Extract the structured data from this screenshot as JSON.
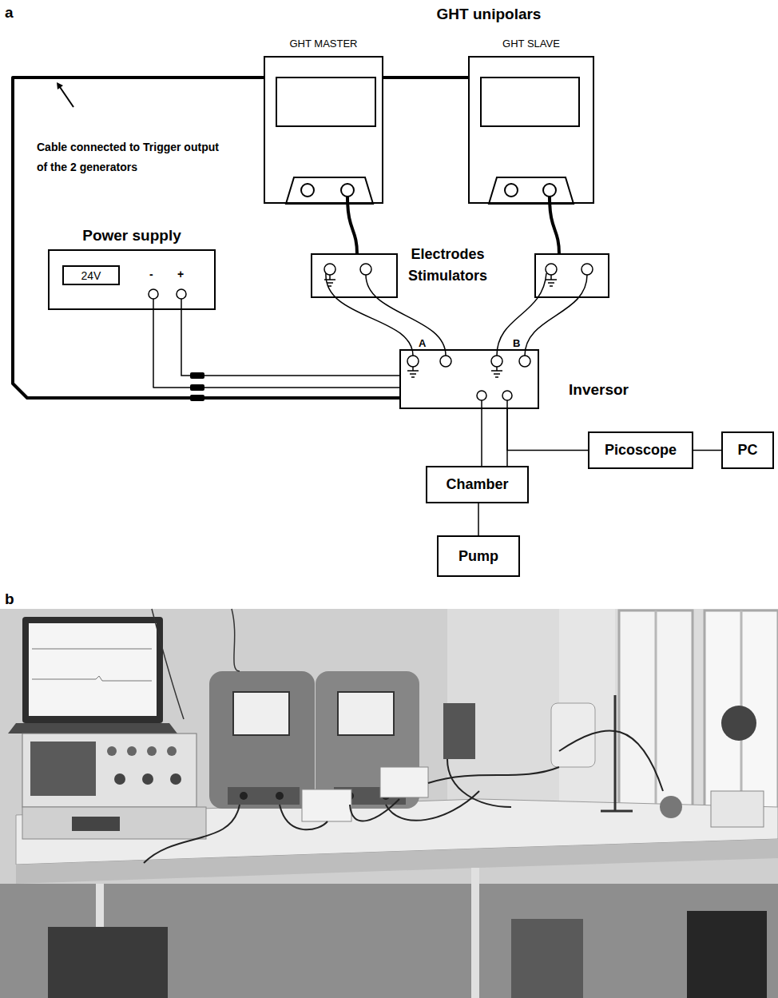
{
  "diagram": {
    "nodes": [
      {
        "text": [
          "GHT MASTER"
        ]
      },
      {
        "text": [
          "GHT SLAVE"
        ]
      },
      {
        "text": [
          "Power supply"
        ]
      },
      {
        "text": [
          "24V"
        ],
        "in": 2
      },
      {
        "text": [
          "Inversor"
        ]
      },
      {
        "text": [
          "Chamber"
        ]
      },
      {
        "text": [
          "Pump"
        ]
      },
      {
        "text": [
          "Picoscope"
        ]
      },
      {
        "text": [
          "PC"
        ]
      }
    ],
    "edges": [
      {
        "from": 0,
        "to": 1,
        "arrow": "none"
      },
      {
        "from": 0,
        "to": 4,
        "arrow": "none"
      },
      {
        "from": 2,
        "to": 4,
        "arrow": "none"
      },
      {
        "from": 4,
        "to": 5,
        "arrow": "none"
      },
      {
        "from": 4,
        "to": 7,
        "arrow": "none"
      },
      {
        "from": 5,
        "to": 6,
        "arrow": "none"
      },
      {
        "from": 7,
        "to": 8,
        "arrow": "none"
      }
    ],
    "labels": [
      "a",
      "GHT unipolars",
      "Cable connected to Trigger output of the 2 generators",
      "-",
      "+",
      "Electrodes Stimulators",
      "A",
      "B",
      "b"
    ]
  }
}
